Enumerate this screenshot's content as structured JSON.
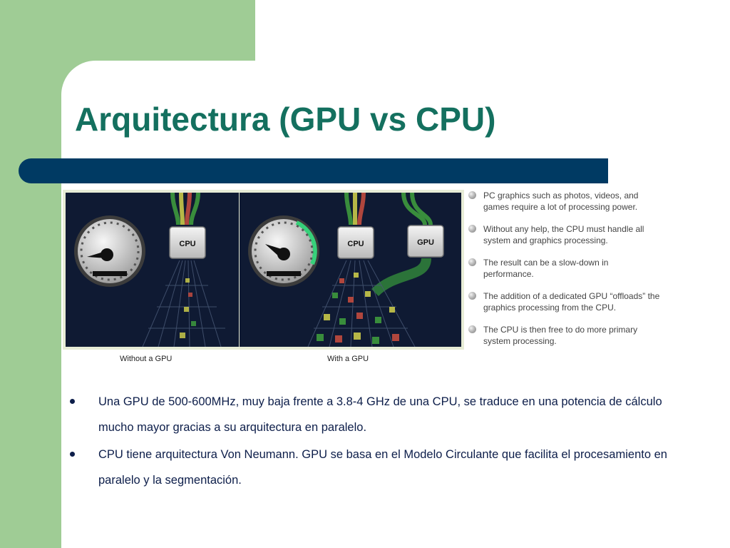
{
  "slide": {
    "title": "Arquitectura (GPU vs CPU)"
  },
  "figure": {
    "left_panel": {
      "chip": "CPU",
      "caption": "Without a GPU"
    },
    "right_panel": {
      "chip_cpu": "CPU",
      "chip_gpu": "GPU",
      "caption": "With a GPU"
    }
  },
  "side_notes": [
    "PC graphics such as photos, videos, and games require a lot of processing power.",
    "Without any help, the CPU must handle all system and graphics processing.",
    "The result can be a slow-down in performance.",
    "The addition of a dedicated GPU “offloads” the graphics processing from the CPU.",
    "The CPU is then free to do more primary system processing."
  ],
  "bullets": [
    "Una GPU de 500-600MHz, muy baja frente a 3.8-4 GHz de una CPU, se traduce en una potencia de cálculo mucho mayor gracias a su arquitectura en paralelo.",
    "CPU tiene arquitectura Von Neumann. GPU se basa en el Modelo Circulante que facilita el procesamiento en paralelo y la segmentación."
  ],
  "colors": {
    "green_block": "#9fcc95",
    "title": "#14705f",
    "bar": "#003a63",
    "bullet_text": "#0d1e4a"
  }
}
